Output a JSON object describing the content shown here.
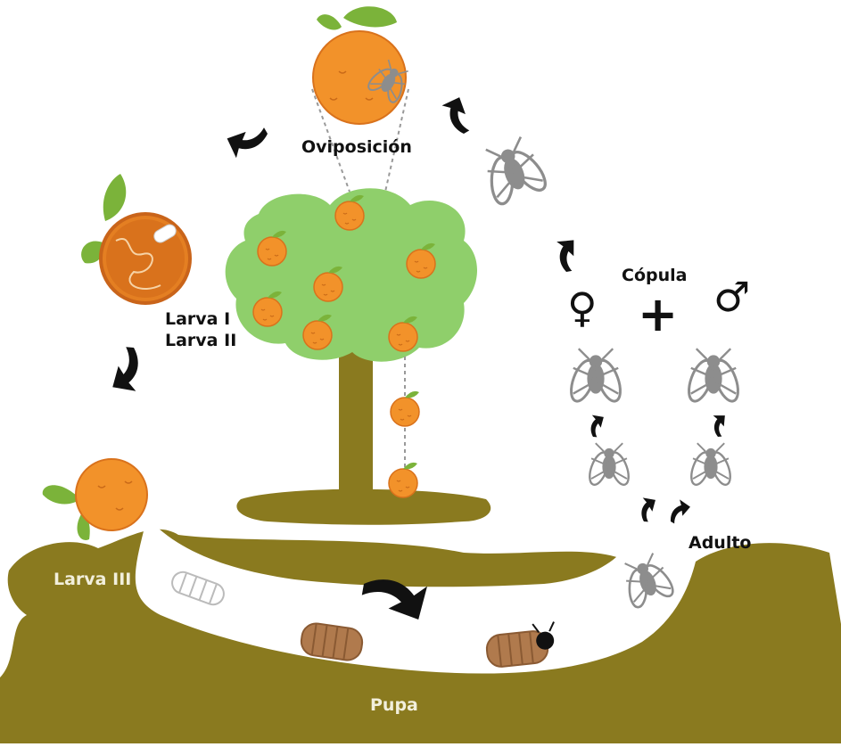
{
  "labels": {
    "oviposition": "Oviposición",
    "larva_1": "Larva I",
    "larva_2": "Larva II",
    "larva_3": "Larva III",
    "copula": "Cópula",
    "adult": "Adulto",
    "pupa": "Pupa"
  },
  "symbols": {
    "female": "♀",
    "plus": "+",
    "male": "♂"
  },
  "colors": {
    "soil": "#8a7a1f",
    "trunk": "#8a7a1f",
    "foliage": "#8fcf6b",
    "orange": "#f2922a",
    "orange_dark": "#d9721c",
    "leaf": "#7bb33a",
    "fly": "#8d8d8d",
    "arrow": "#111111",
    "pupa": "#b07a4d"
  },
  "icons": [
    "orange-fruit-icon",
    "leaf-icon",
    "fly-icon",
    "larva-icon",
    "pupa-icon",
    "cycle-arrow-icon",
    "female-symbol",
    "male-symbol"
  ]
}
